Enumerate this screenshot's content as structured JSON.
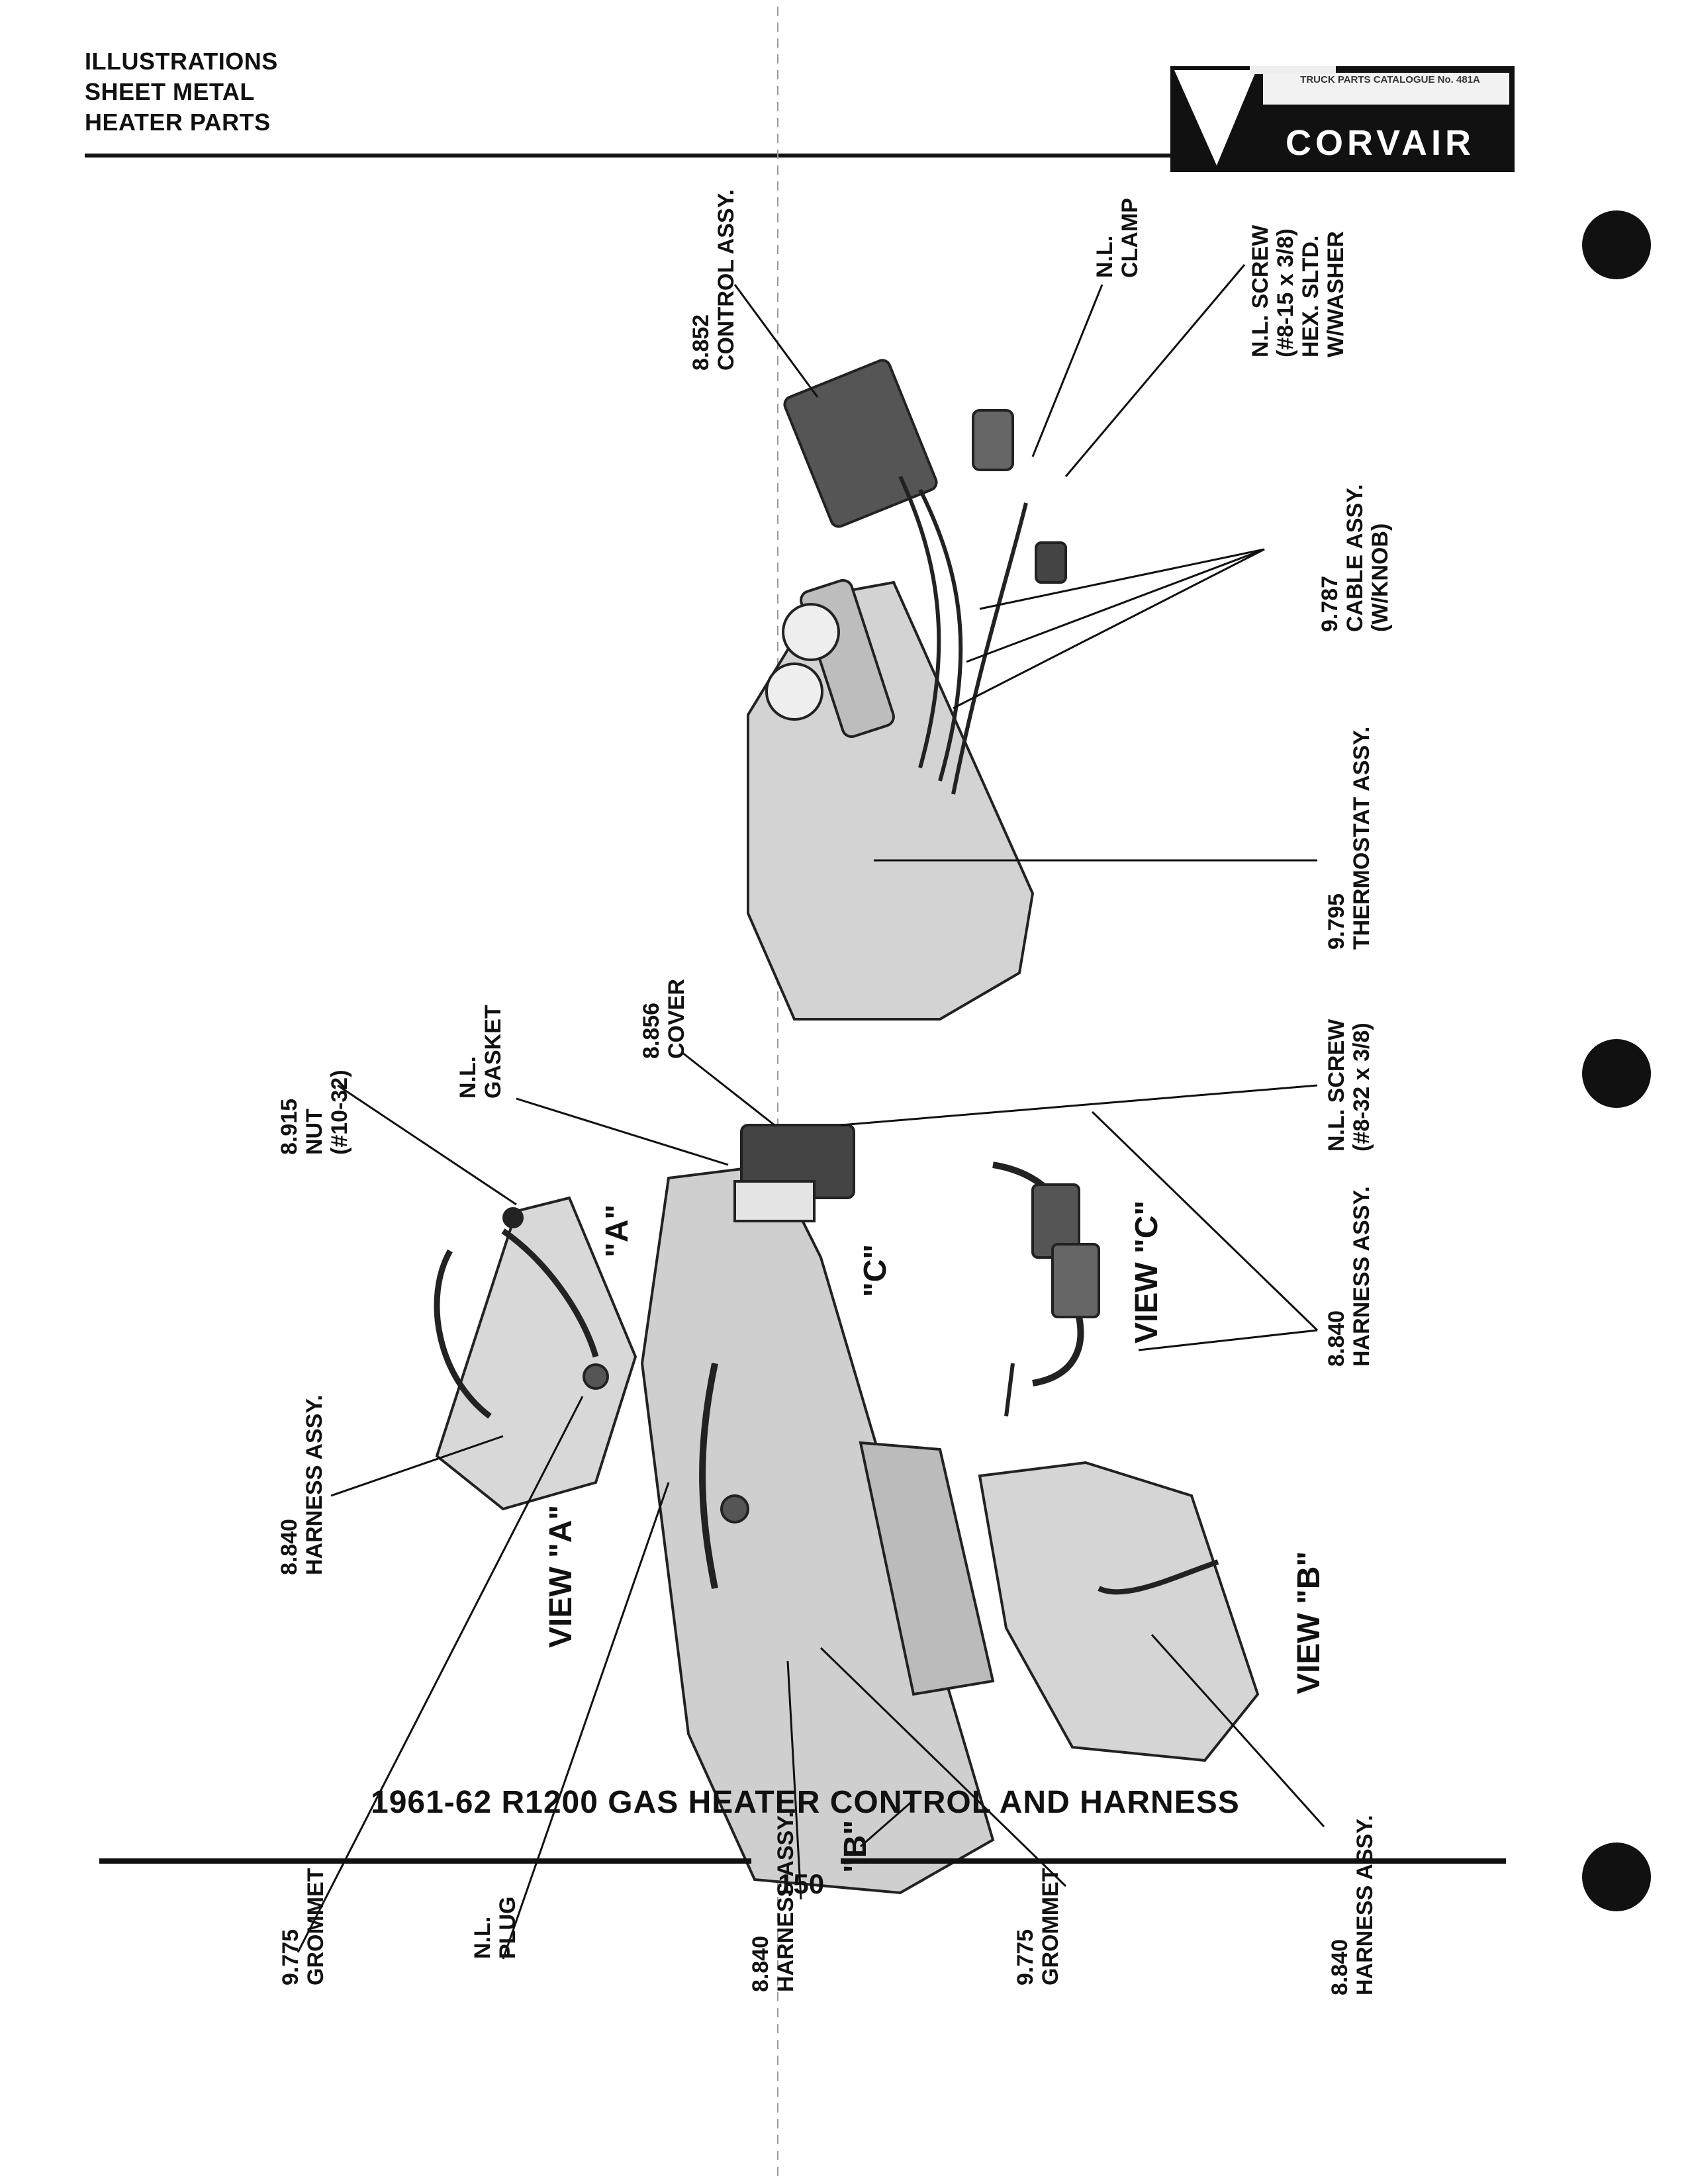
{
  "header": {
    "line1": "ILLUSTRATIONS",
    "line2": "SHEET METAL",
    "line3": "HEATER PARTS"
  },
  "logo": {
    "brand": "CORVAIR",
    "catalog": "TRUCK PARTS CATALOGUE No. 481A"
  },
  "caption": "1961-62 R1200 GAS HEATER CONTROL AND HARNESS",
  "page_number": "150",
  "views": {
    "a": "VIEW \"A\"",
    "b": "VIEW \"B\"",
    "c": "VIEW \"C\""
  },
  "callouts": {
    "a": "\"A\"",
    "b": "\"B\"",
    "c": "\"C\""
  },
  "labels": {
    "control": "8.852\nCONTROL ASSY.",
    "clamp": "N.L.\nCLAMP",
    "screw1": "N.L. SCREW\n(#8-15 x 3/8)\nHEX. SLTD.\nW/WASHER",
    "cable": "9.787\nCABLE ASSY.\n(W/KNOB)",
    "thermostat": "9.795\nTHERMOSTAT ASSY.",
    "nut": "8.915\nNUT\n(#10-32)",
    "gasket": "N.L.\nGASKET",
    "cover": "8.856\nCOVER",
    "screw2": "N.L. SCREW\n(#8-32 x 3/8)",
    "harness_c": "8.840\nHARNESS ASSY.",
    "harness_a": "8.840\nHARNESS ASSY.",
    "grommet1": "9.775\nGROMMET",
    "plug": "N.L.\nPLUG",
    "harness_mid": "8.840\nHARNESS ASSY.",
    "grommet2": "9.775\nGROMMET",
    "harness_b": "8.840\nHARNESS ASSY."
  },
  "colors": {
    "ink": "#111111",
    "shade": "#bdbdbd",
    "shade_light": "#dcdcdc",
    "hole": "#111111"
  }
}
